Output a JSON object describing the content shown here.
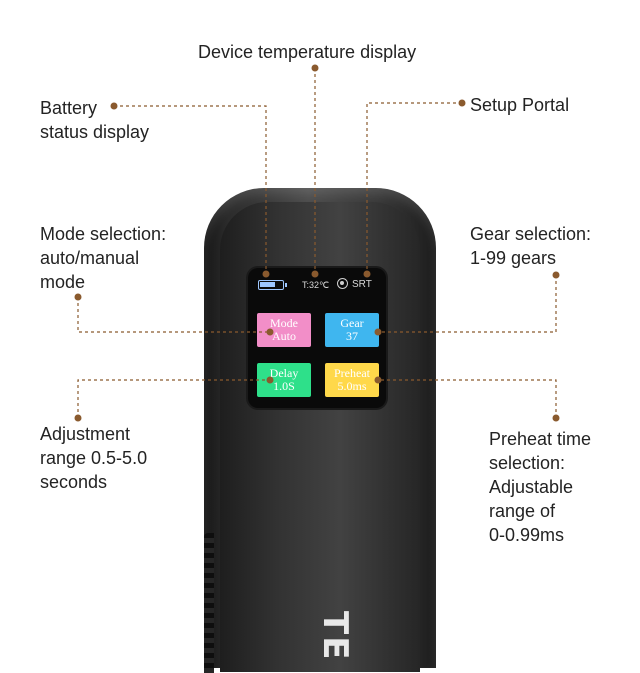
{
  "callouts": {
    "temperature": "Device temperature display",
    "battery": "Battery\nstatus display",
    "setup": "Setup Portal",
    "mode": "Mode selection:\nauto/manual\nmode",
    "gear": "Gear selection:\n1-99 gears",
    "adjustment": "Adjustment\nrange 0.5-5.0\nseconds",
    "preheat": "Preheat time\nselection:\nAdjustable\nrange of\n0-0.99ms"
  },
  "screen": {
    "temperature": "T:32℃",
    "setup_label": "SRT",
    "battery_level": 0.75,
    "tiles": {
      "mode": {
        "title": "Mode",
        "value": "Auto"
      },
      "gear": {
        "title": "Gear",
        "value": "37"
      },
      "delay": {
        "title": "Delay",
        "value": "1.0S"
      },
      "preheat": {
        "title": "Preheat",
        "value": "5.0ms"
      }
    }
  },
  "device": {
    "logo_text": "TE"
  },
  "colors": {
    "leader": "#8a5a2e",
    "mode_tile": "#f28ec8",
    "gear_tile": "#3fb6ef",
    "delay_tile": "#2ee08a",
    "preheat_tile": "#ffd84a"
  }
}
